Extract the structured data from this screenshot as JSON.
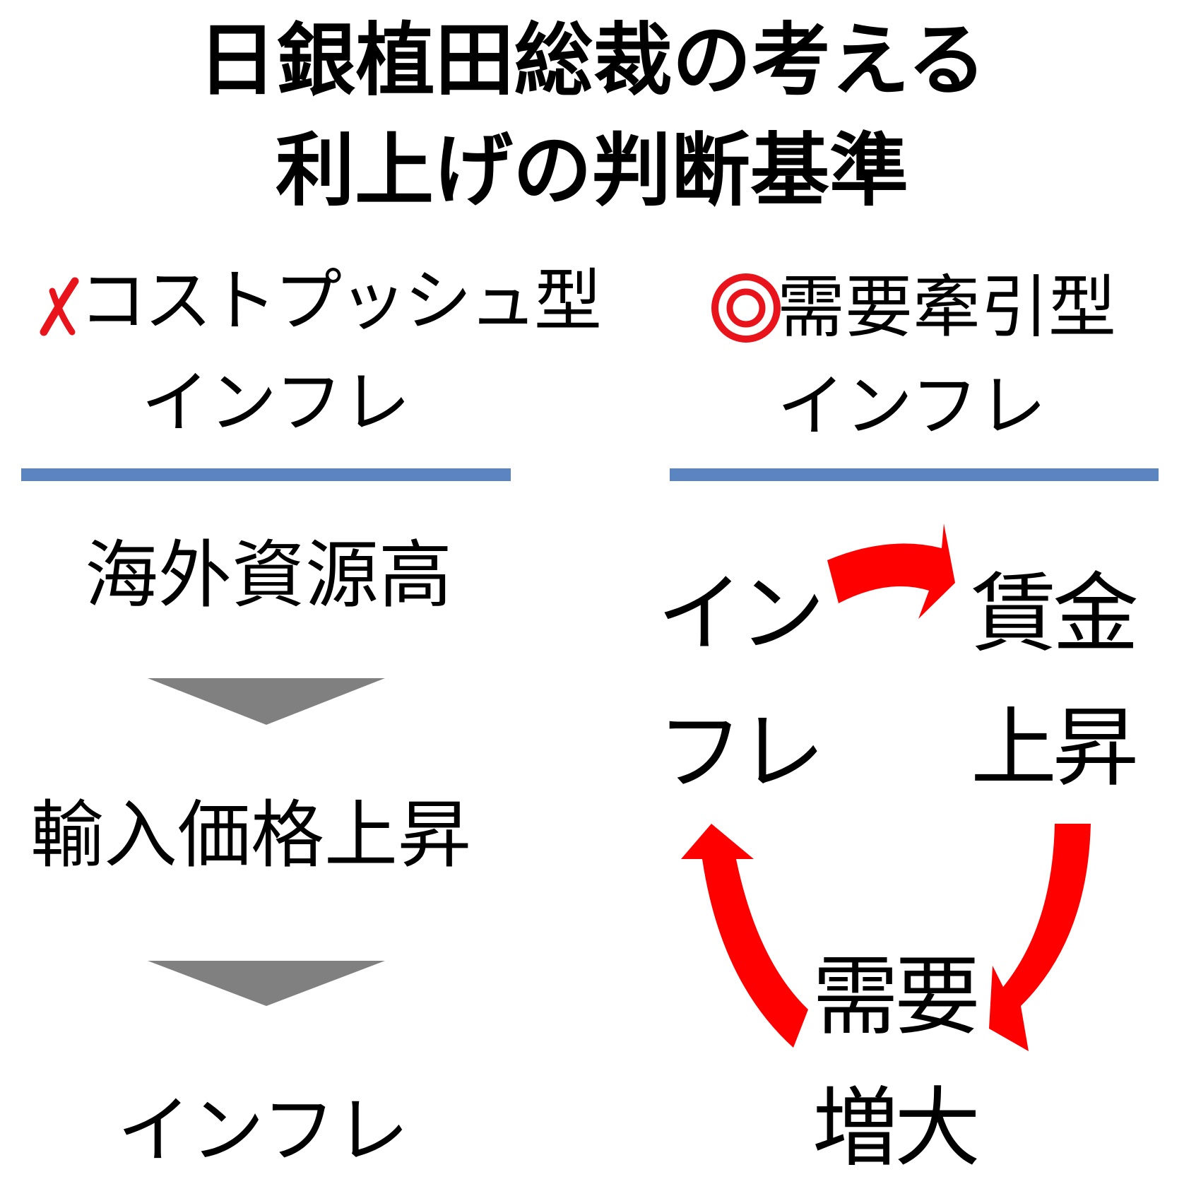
{
  "title": {
    "line1": "日銀植田総裁の考える",
    "line2": "利上げの判断基準"
  },
  "left": {
    "mark_icon": "red-x-mark",
    "header_line1": "コストプッシュ型",
    "header_line2": "インフレ",
    "steps": [
      "海外資源高",
      "輸入価格上昇",
      "インフレ"
    ]
  },
  "right": {
    "mark_icon": "red-double-circle",
    "header_line1": "需要牽引型",
    "header_line2": "インフレ",
    "cycle": {
      "inflation": [
        "イン",
        "フレ"
      ],
      "wage_rise": [
        "賃金",
        "上昇"
      ],
      "demand_increase": [
        "需要",
        "増大"
      ]
    }
  },
  "colors": {
    "divider": "#5A85C1",
    "arrow_red": "#FF0000",
    "arrow_gray": "#808080",
    "mark_red": "#E8131B"
  }
}
